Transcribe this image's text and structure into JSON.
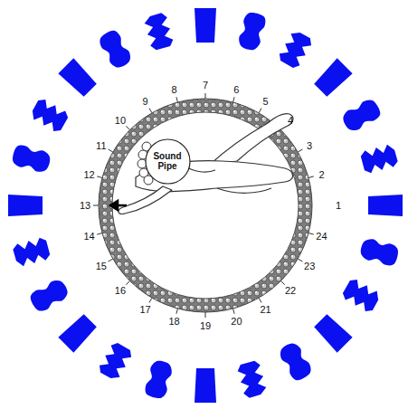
{
  "diagram": {
    "nodes": [
      {
        "text": [
          "Sound Pipe"
        ]
      }
    ],
    "labels": [
      "1",
      "2",
      "3",
      "4",
      "5",
      "6",
      "7",
      "8",
      "9",
      "10",
      "11",
      "12",
      "13",
      "14",
      "15",
      "16",
      "17",
      "18",
      "19",
      "20",
      "21",
      "22",
      "23",
      "24"
    ]
  }
}
